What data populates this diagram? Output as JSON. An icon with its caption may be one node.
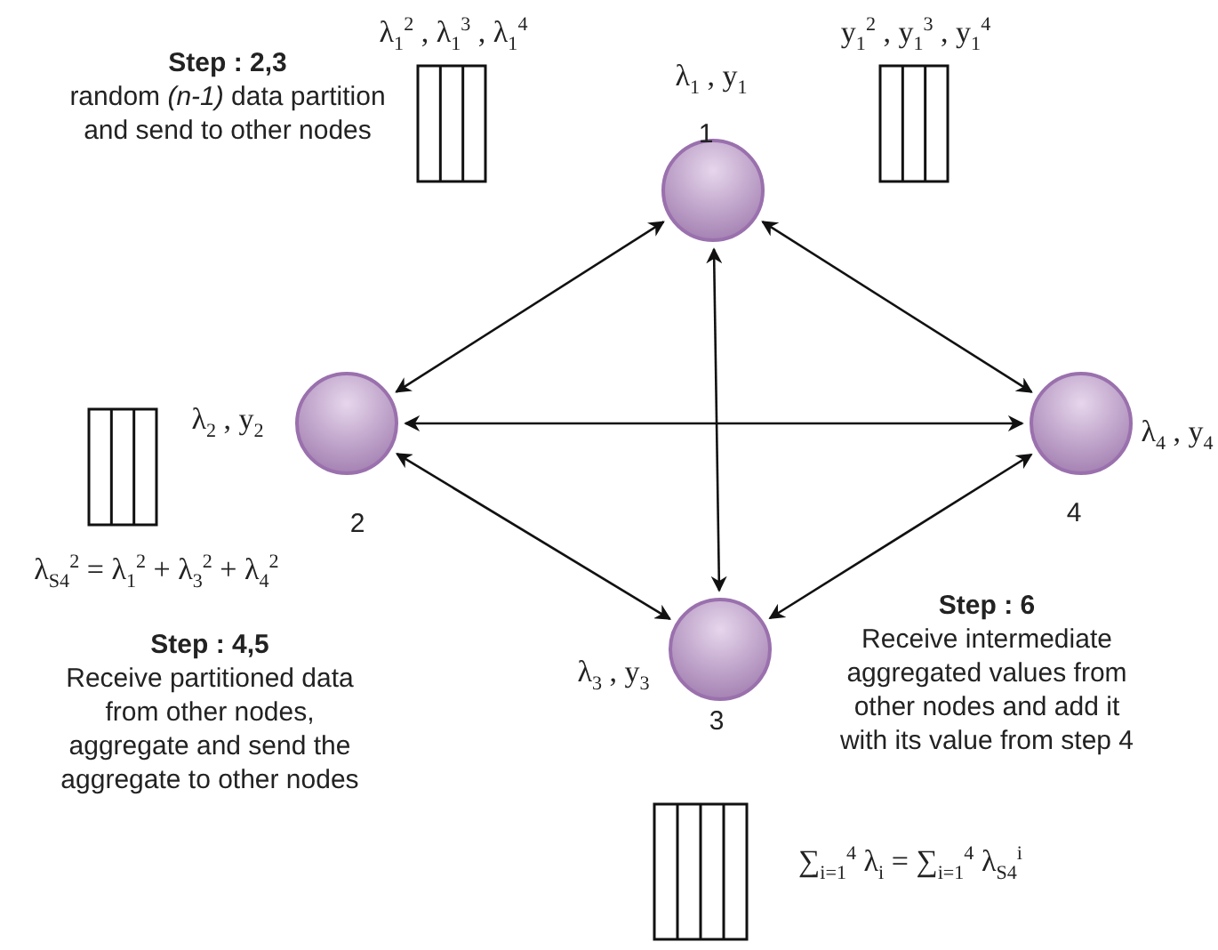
{
  "diagram": {
    "nodes": [
      {
        "text": [
          "1"
        ],
        "beside": [
          "λ$_{1}$ , y$_{1}$"
        ]
      },
      {
        "text": [
          "2"
        ],
        "beside": [
          "λ$_{2}$ , y$_{2}$"
        ]
      },
      {
        "text": [
          "3"
        ],
        "beside": [
          "λ$_{3}$ , y$_{3}$"
        ]
      },
      {
        "text": [
          "4"
        ],
        "beside": [
          "λ$_{4}$ , y$_{4}$"
        ]
      }
    ],
    "edges": [
      {
        "from": 0,
        "to": 1,
        "arrow": "both"
      },
      {
        "from": 0,
        "to": 2,
        "arrow": "both"
      },
      {
        "from": 0,
        "to": 3,
        "arrow": "both"
      },
      {
        "from": 1,
        "to": 3,
        "arrow": "both"
      },
      {
        "from": 1,
        "to": 2,
        "arrow": "both"
      },
      {
        "from": 2,
        "to": 3,
        "arrow": "both"
      }
    ],
    "labels": [
      "λ$_{1}$$^{2}$ , λ$_{1}$$^{3}$ , λ$_{1}$$^{4}$",
      "y$_{1}$$^{2}$ , y$_{1}$$^{3}$ , y$_{1}$$^{4}$",
      "Step : 2,3",
      "random *(n-1)* data partition and send to other nodes",
      "λ$_{S4}$$^{2}$ = λ$_{1}$$^{2}$ + λ$_{3}$$^{2}$ + λ$_{4}$$^{2}$",
      "Step : 4,5",
      "Receive partitioned data from other nodes, aggregate and send the aggregate to other nodes",
      "Step : 6",
      "Receive intermediate aggregated values from other nodes and add it with its value from step 4",
      "∑$_{i=1}$$^{4}$ λ$_{i}$ = ∑$_{i=1}$$^{4}$ λ$_{S4}$$^{i}$"
    ]
  }
}
